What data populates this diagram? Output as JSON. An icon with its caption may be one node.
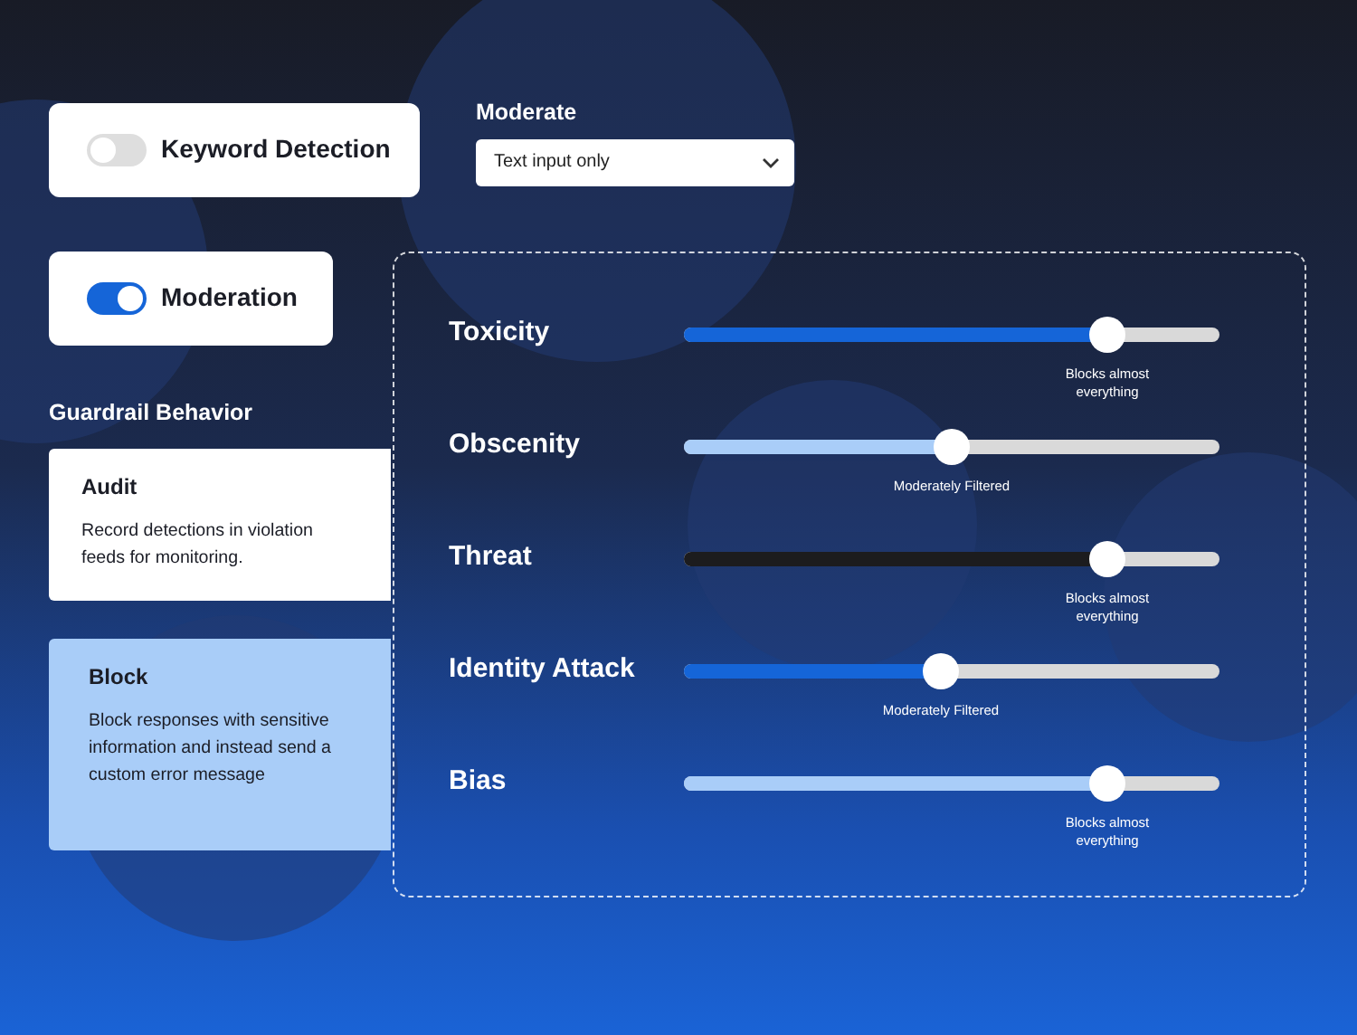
{
  "diagram": {
    "nodes": [
      {
        "text": [
          "Keyword Detection"
        ]
      },
      {
        "text": [
          "Moderate",
          "Text input only"
        ]
      },
      {
        "text": [
          "Moderation"
        ]
      },
      {
        "text": [
          "Toxicity",
          "Blocks almost everything",
          "Obscenity",
          "Moderately Filtered",
          "Threat",
          "Blocks almost everything",
          "Identity Attack",
          "Moderately Filtered",
          "Bias",
          "Blocks almost everything"
        ]
      },
      {
        "text": [
          "Audit",
          "Record detections in violation feeds for monitoring."
        ]
      },
      {
        "text": [
          "Block",
          "Block responses with sensitive information and instead send a custom error message"
        ]
      }
    ],
    "edges": [],
    "labels": [
      "Guardrail Behavior"
    ]
  }
}
